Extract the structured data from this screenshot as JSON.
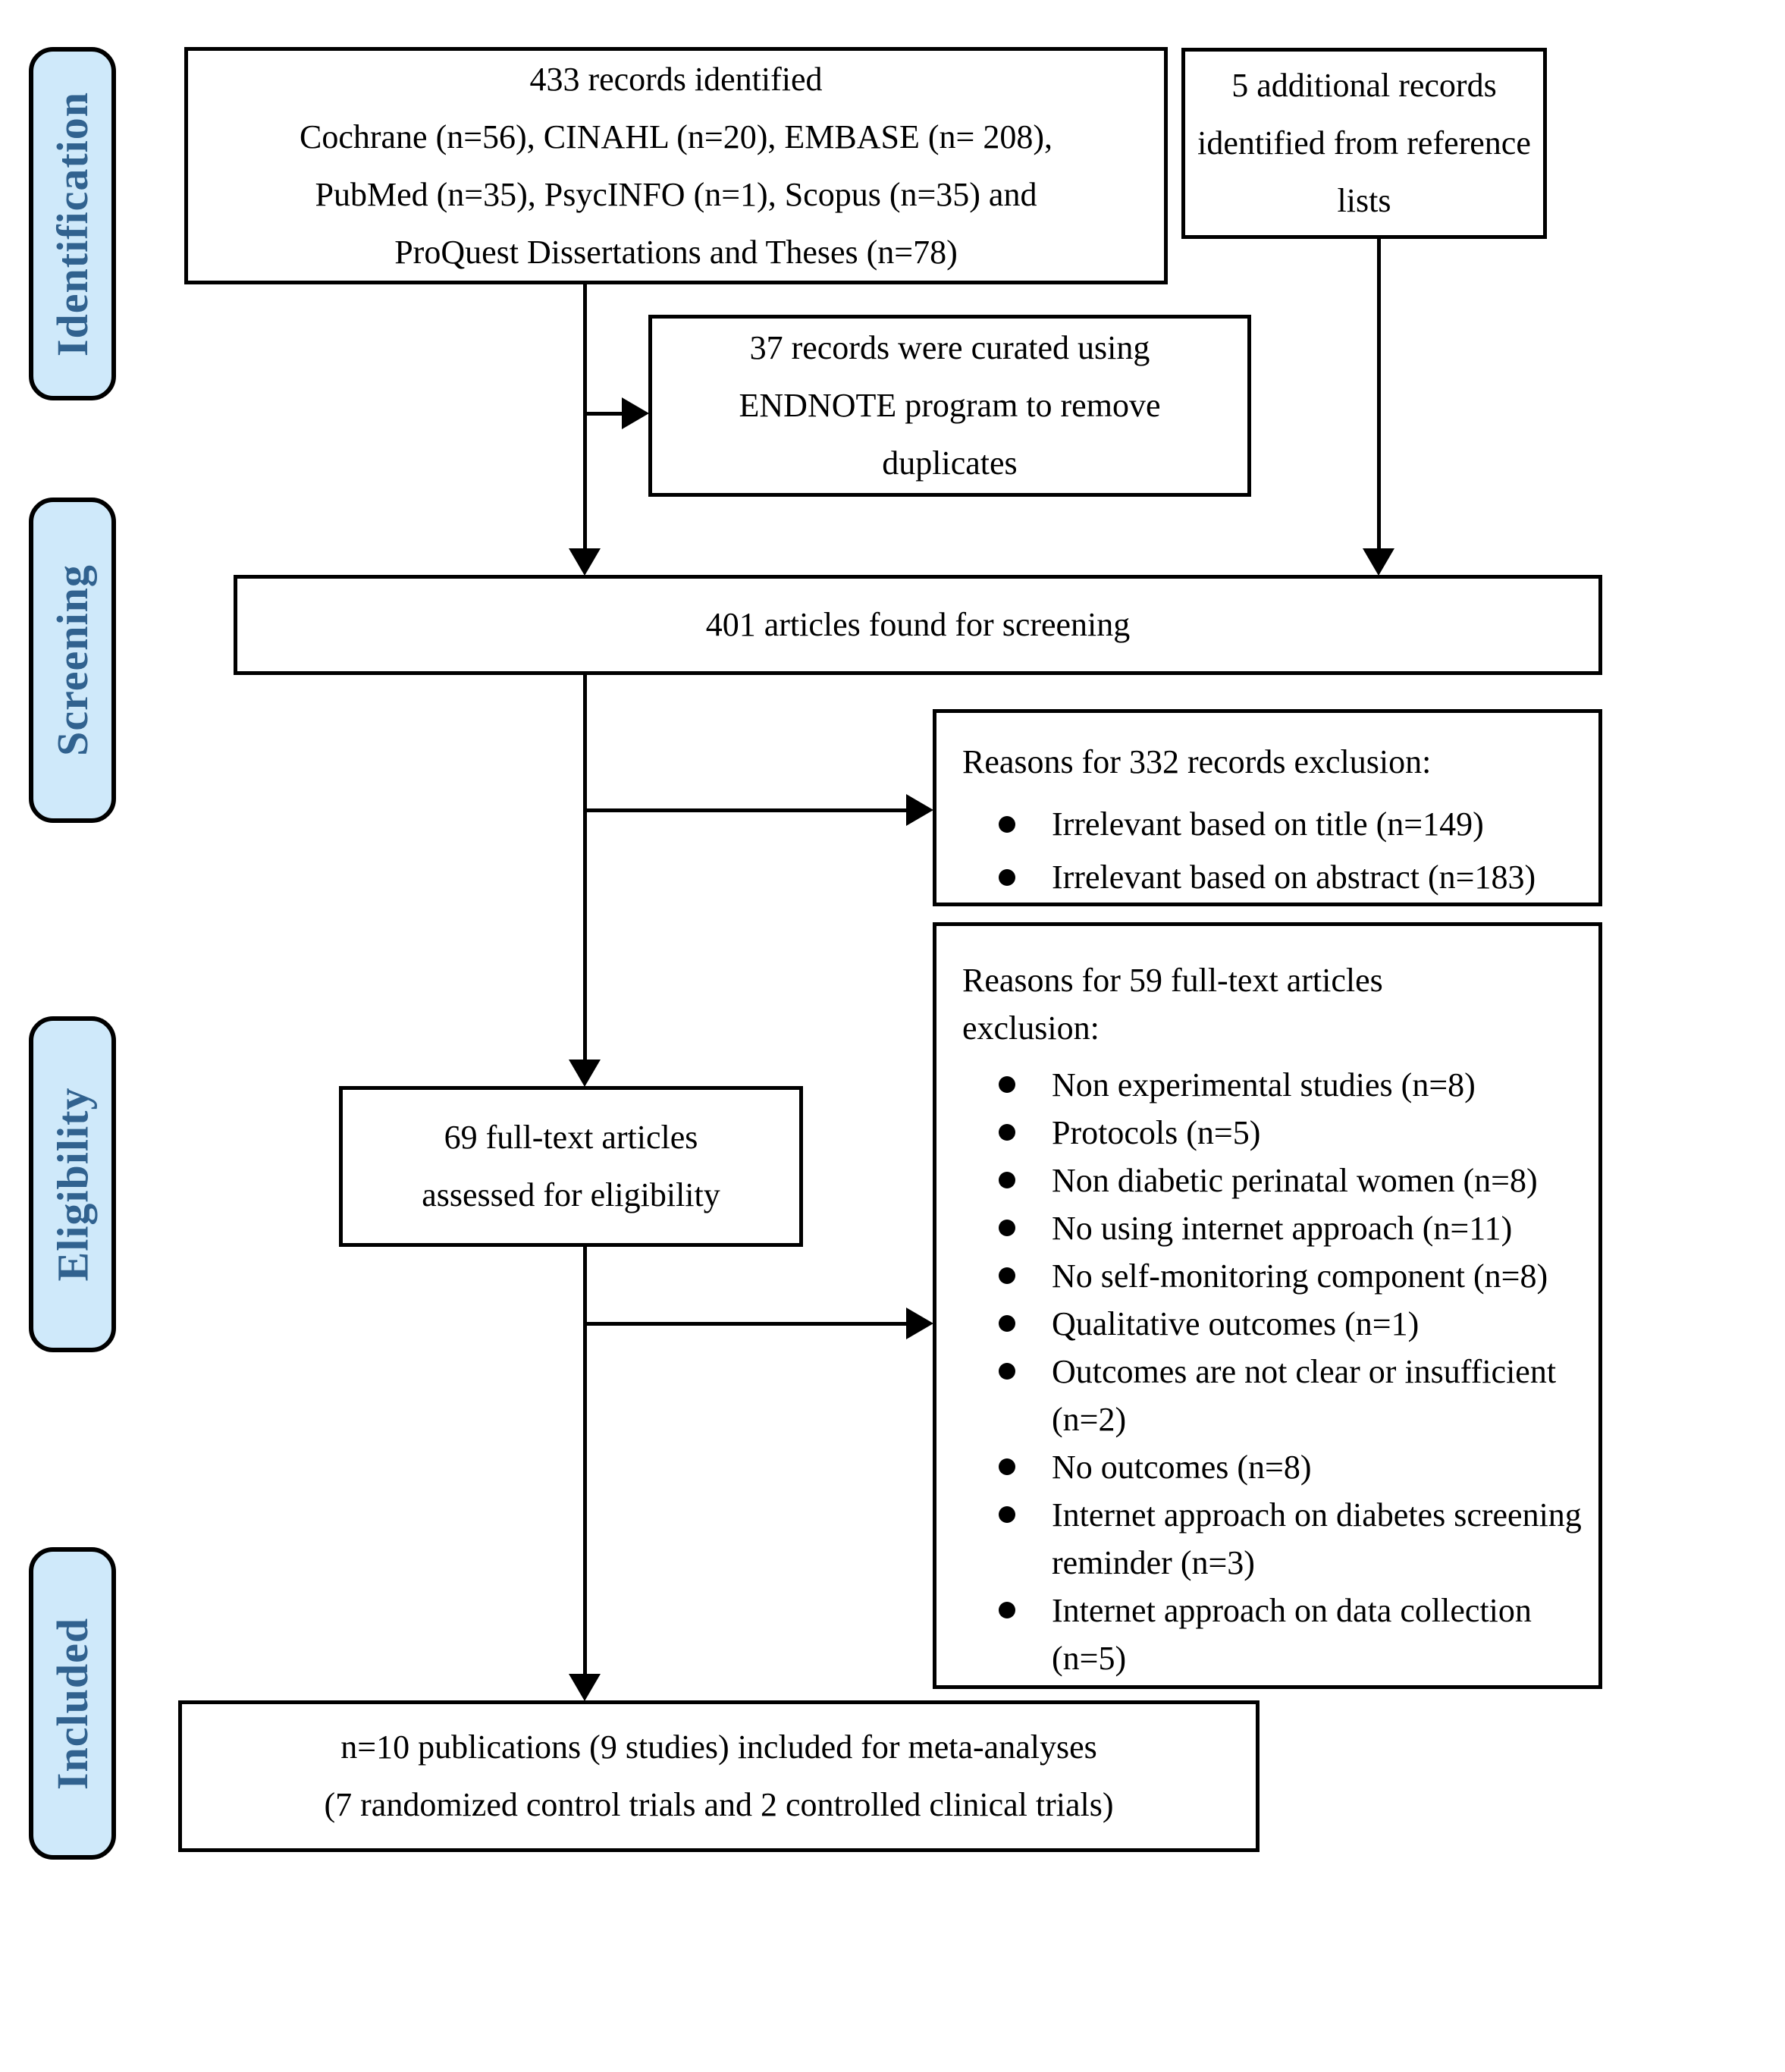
{
  "palette": {
    "background": "#ffffff",
    "stage_fill": "#cfe9fa",
    "stage_text": "#31628f",
    "box_border": "#000000",
    "connector": "#000000"
  },
  "sidebar": {
    "stages": [
      {
        "label": "Identification"
      },
      {
        "label": "Screening"
      },
      {
        "label": "Eligibility"
      },
      {
        "label": "Included"
      }
    ]
  },
  "boxes": {
    "identified": {
      "lines": [
        "433 records identified",
        "Cochrane (n=56), CINAHL (n=20), EMBASE (n= 208),",
        "PubMed (n=35), PsycINFO (n=1), Scopus (n=35) and",
        "ProQuest Dissertations and Theses (n=78)"
      ]
    },
    "additional": {
      "lines": [
        "5 additional records",
        "identified from reference",
        "lists"
      ]
    },
    "endnote": {
      "lines": [
        "37 records were curated using",
        "ENDNOTE program to remove",
        "duplicates"
      ]
    },
    "screening": {
      "text": "401 articles found for screening"
    },
    "exclusion_records": {
      "title": "Reasons for 332 records exclusion:",
      "bullets": [
        "Irrelevant based on title (n=149)",
        "Irrelevant based on abstract (n=183)"
      ]
    },
    "fulltext": {
      "lines": [
        "69 full-text articles",
        "assessed for eligibility"
      ]
    },
    "exclusion_fulltext": {
      "title": "Reasons for 59 full-text articles exclusion:",
      "bullets": [
        "Non experimental studies (n=8)",
        "Protocols (n=5)",
        "Non diabetic perinatal women (n=8)",
        "No using internet approach (n=11)",
        "No self-monitoring component (n=8)",
        "Qualitative outcomes (n=1)",
        "Outcomes are not clear or insufficient  (n=2)",
        "No outcomes (n=8)",
        "Internet approach on diabetes screening reminder (n=3)",
        "Internet approach on data collection (n=5)"
      ]
    },
    "included": {
      "lines": [
        "n=10 publications (9 studies) included for meta-analyses",
        "(7 randomized control trials and 2 controlled clinical trials)"
      ]
    }
  }
}
